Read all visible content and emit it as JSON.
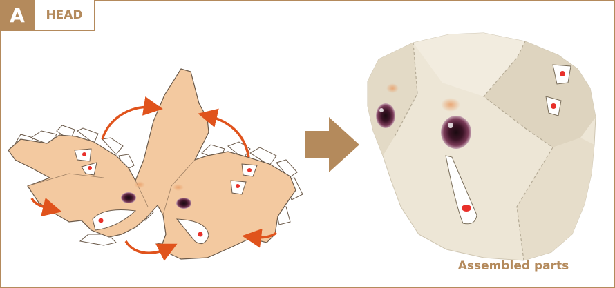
{
  "section": {
    "letter": "A",
    "title": "HEAD"
  },
  "caption": "Assembled parts",
  "colors": {
    "accent": "#b48a5c",
    "paper_piece": "#f3c9a0",
    "assembled_paper": "#ede6d6",
    "arrow_orange": "#e0531c",
    "marker_red": "#e8302a"
  },
  "icons": {
    "direction_arrow": "right-arrow-icon",
    "connector_arrows": "curved-arrow-icon"
  }
}
